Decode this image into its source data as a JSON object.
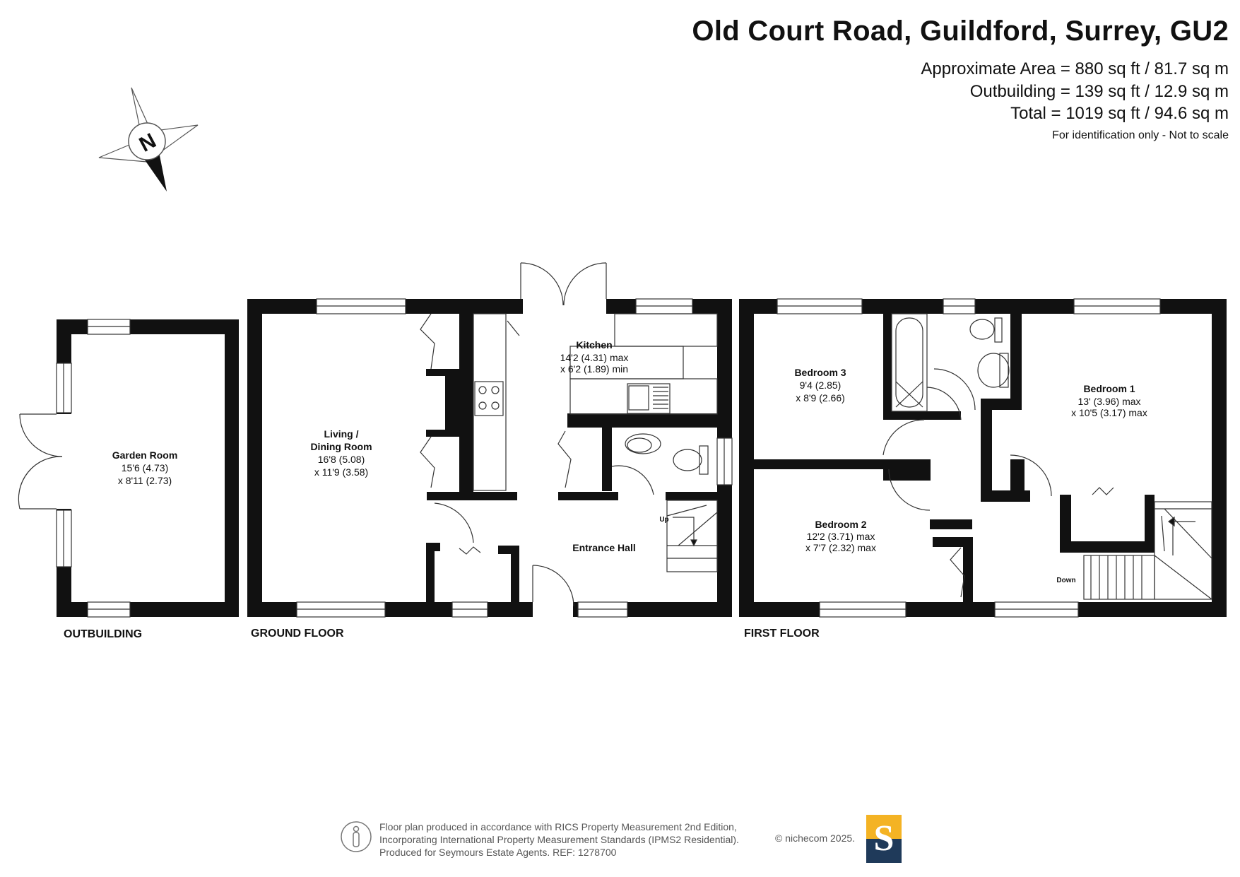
{
  "header": {
    "title": "Old Court Road, Guildford, Surrey, GU2",
    "area_main": "Approximate Area = 880 sq ft / 81.7 sq m",
    "area_outbuilding": "Outbuilding = 139 sq ft / 12.9 sq m",
    "area_total": "Total = 1019 sq ft / 94.6 sq m",
    "note": "For identification only - Not to scale"
  },
  "compass": {
    "letter": "N"
  },
  "floors": {
    "outbuilding": "OUTBUILDING",
    "ground": "GROUND FLOOR",
    "first": "FIRST FLOOR"
  },
  "rooms": {
    "garden_room": {
      "name": "Garden Room",
      "dim1": "15'6 (4.73)",
      "dim2": "x 8'11 (2.73)"
    },
    "living": {
      "name1": "Living /",
      "name2": "Dining Room",
      "dim1": "16'8 (5.08)",
      "dim2": "x 11'9 (3.58)"
    },
    "kitchen": {
      "name": "Kitchen",
      "dim1": "14'2 (4.31) max",
      "dim2": "x 6'2 (1.89) min"
    },
    "entrance_hall": {
      "name": "Entrance Hall"
    },
    "bedroom3": {
      "name": "Bedroom 3",
      "dim1": "9'4 (2.85)",
      "dim2": "x 8'9 (2.66)"
    },
    "bedroom1": {
      "name": "Bedroom 1",
      "dim1": "13' (3.96) max",
      "dim2": "x 10'5 (3.17) max"
    },
    "bedroom2": {
      "name": "Bedroom 2",
      "dim1": "12'2 (3.71) max",
      "dim2": "x 7'7 (2.32) max"
    }
  },
  "stairs": {
    "up": "Up",
    "down": "Down"
  },
  "footer": {
    "line1": "Floor plan produced in accordance with RICS Property Measurement 2nd Edition,",
    "line2": "Incorporating International Property Measurement Standards (IPMS2 Residential).",
    "line3": "Produced for Seymours Estate Agents.   REF: 1278700",
    "credit": "© nichecom 2025.",
    "logo_letter": "S",
    "logo_colors": {
      "top": "#f4b324",
      "bottom": "#1f3a5a"
    }
  }
}
